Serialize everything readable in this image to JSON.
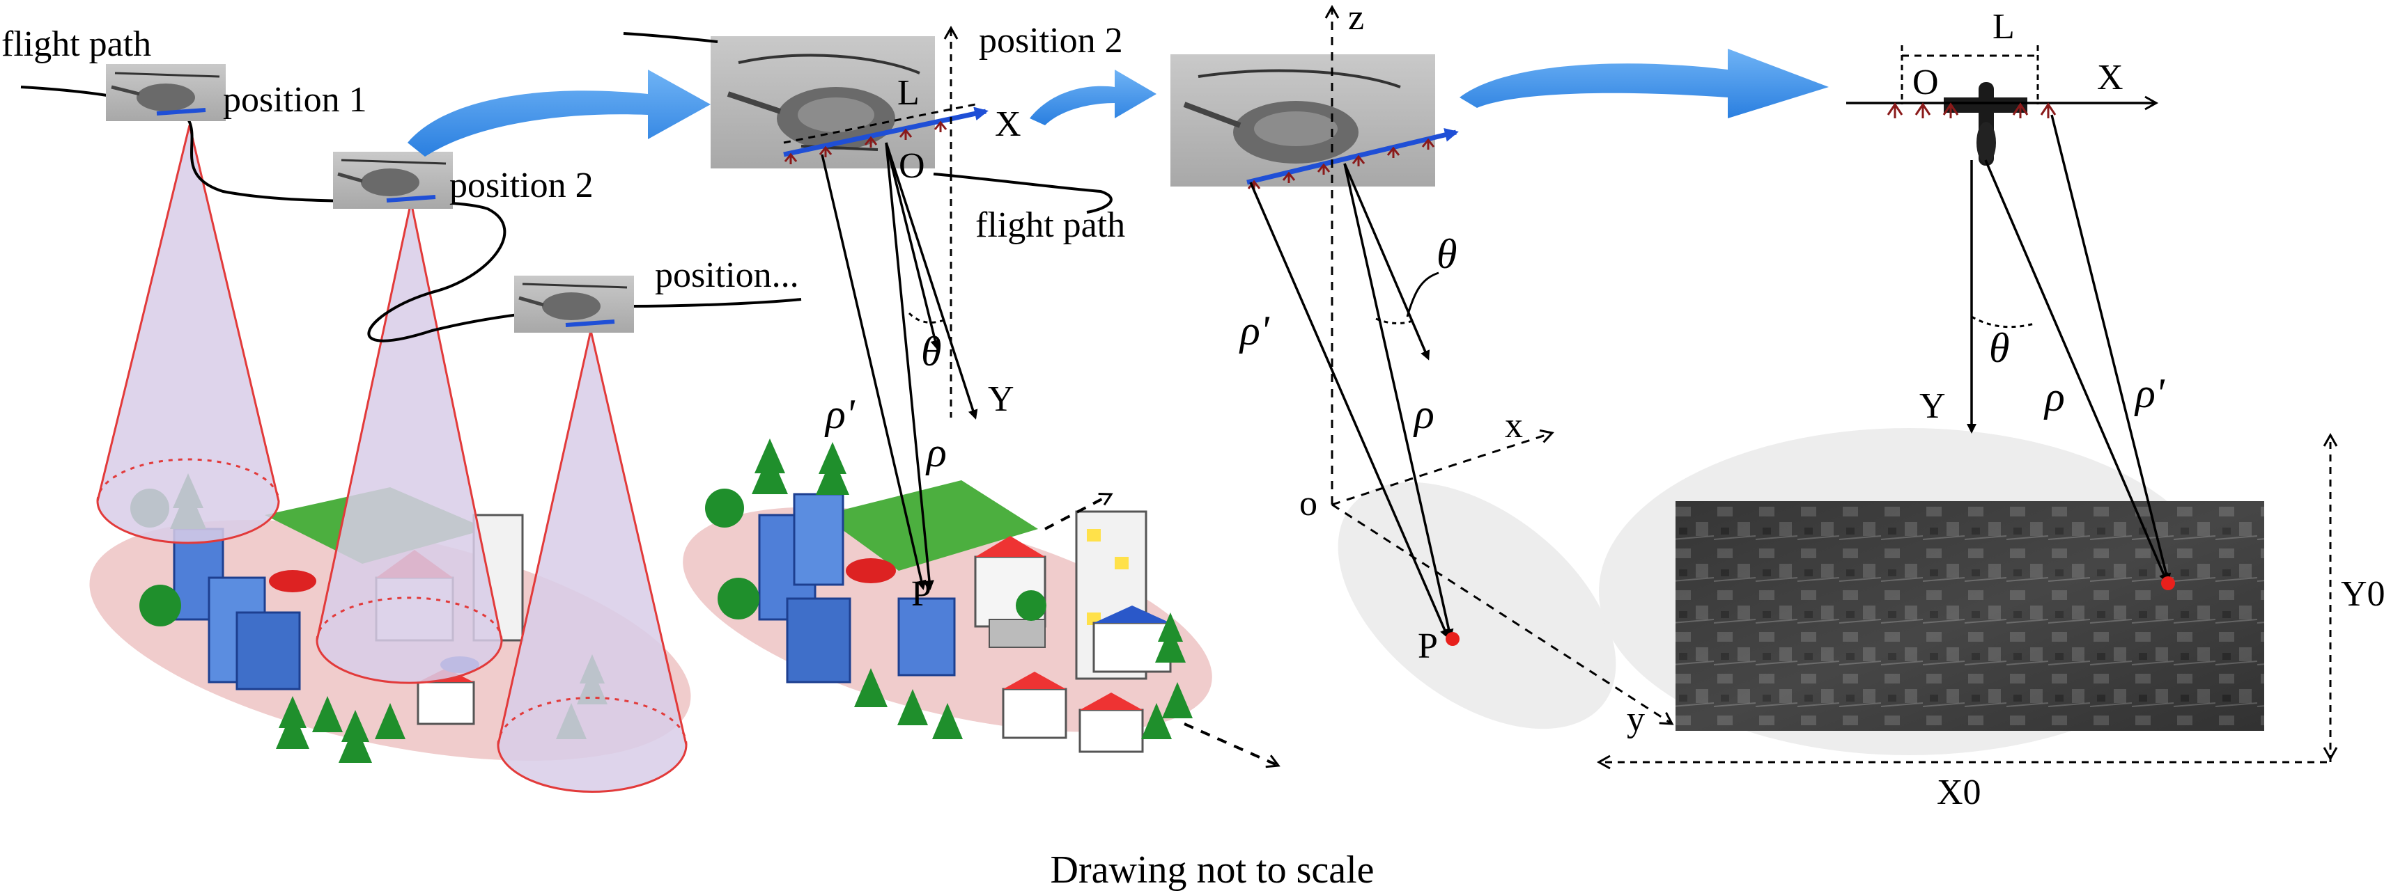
{
  "panel1": {
    "flight_path_label": "flight path",
    "position1_label": "position 1",
    "position2_label": "position 2",
    "position_more_label": "position..."
  },
  "panel2": {
    "position2_label": "position 2",
    "flight_path_label": "flight path",
    "L_label": "L",
    "X_label": "X",
    "O_label": "O",
    "Y_label": "Y",
    "theta_label": "θ",
    "rho_label": "ρ",
    "rho_prime_label": "ρ'",
    "P_label": "P"
  },
  "panel3": {
    "z_label": "z",
    "x_label": "x",
    "y_label": "y",
    "o_label": "o",
    "theta_label": "θ",
    "rho_label": "ρ",
    "rho_prime_label": "ρ'",
    "P_label": "P"
  },
  "panel4": {
    "L_label": "L",
    "O_label": "O",
    "X_label": "X",
    "Y_label": "Y",
    "theta_label": "θ",
    "rho_label": "ρ",
    "rho_prime_label": "ρ'",
    "Y0_label": "Y0",
    "X0_label": "X0"
  },
  "caption": "Drawing not to scale",
  "colors": {
    "arrow_blue": "#3a8ee8",
    "beam_fill": "#d8cde8",
    "beam_edge": "#e23a3a",
    "ground_pink": "#f0cccc",
    "ground_gray": "#ededed",
    "target_red": "#e8201c",
    "array_blue": "#1f4fd6"
  }
}
